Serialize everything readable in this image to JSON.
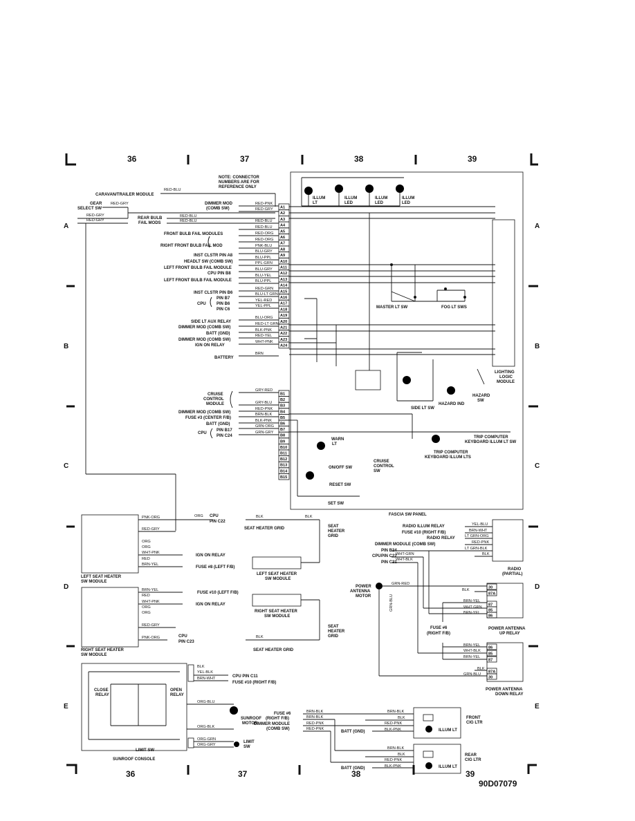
{
  "grid": {
    "top_columns": [
      "36",
      "37",
      "38",
      "39"
    ],
    "bottom_columns": [
      "36",
      "37",
      "38",
      "39"
    ],
    "rows_left": [
      "A",
      "B",
      "C",
      "D",
      "E"
    ],
    "rows_right": [
      "A",
      "B",
      "C",
      "D",
      "E"
    ]
  },
  "note": [
    "NOTE: CONNECTOR",
    "NUMBERS ARE FOR",
    "REFERENCE ONLY"
  ],
  "diagram_code": "90D07079",
  "fascia_panel_label": "FASCIA SW PANEL",
  "connector_a_pins": [
    "A1",
    "A2",
    "A3",
    "A4",
    "A5",
    "A6",
    "A7",
    "A8",
    "A9",
    "A10",
    "A11",
    "A12",
    "A13",
    "A14",
    "A15",
    "A16",
    "A17",
    "A18",
    "A19",
    "A20",
    "A21",
    "A22",
    "A23",
    "A24"
  ],
  "connector_a_wires": [
    "RED-PNK",
    "RED-GRY",
    "RED-BLU",
    "RED-BLU",
    "RED-ORG",
    "RED-ORG",
    "PNK-BLU",
    "BLU-GRY",
    "BLU-PPL",
    "PPL-GRN",
    "BLU-GRY",
    "BLU-YEL",
    "BLU-PPL",
    "RED-GRN",
    "BLU-LT GRN",
    "YEL-RED",
    "YEL-PPL",
    "BLU-ORG",
    "RED-LT GRN",
    "BLK-PNK",
    "RED-YEL",
    "WHT-PNK",
    "BRN"
  ],
  "connector_b_pins": [
    "B1",
    "B2",
    "B3",
    "B4",
    "B5",
    "B6",
    "B7",
    "B8",
    "B9",
    "B10",
    "B11",
    "B12",
    "B13",
    "B14",
    "B15"
  ],
  "connector_b_wires": [
    "GRY-RED",
    "GRY-BLU",
    "RED-PNK",
    "BRN-BLK",
    "BLK-PNK",
    "GRN-ORG",
    "GRN-GRY"
  ],
  "left_labels_a": [
    "CARAVAN/TRAILER MODULE",
    "GEAR",
    "SELECT SW",
    "DIMMER MOD",
    "(COMB SW)",
    "REAR BULB",
    "FAIL MODS",
    "FRONT BULB FAIL MODULES",
    "RIGHT FRONT BULB FAIL MOD",
    "INST CLSTR PIN A8",
    "HEADLT SW (COMB SW)",
    "LEFT FRONT BULB FAIL MODULE",
    "CPU PIN B8",
    "LEFT FRONT BULB FAIL MODULE",
    "INST CLSTR PIN B6",
    "PIN B7",
    "CPU",
    "PIN B6",
    "PIN C6",
    "SIDE LT AUX RELAY",
    "DIMMER MOD (COMB SW)",
    "BATT (GND)",
    "DIMMER MOD (COMB SW)",
    "IGN ON RELAY",
    "BATTERY"
  ],
  "left_wires_a": [
    "RED-BLU",
    "RED-GRY",
    "RED-GRY",
    "RED-GRY",
    "RED-BLU",
    "RED-BLU"
  ],
  "left_labels_b": [
    "CRUISE",
    "CONTROL",
    "MODULE",
    "DIMMER MOD (COMB SW)",
    "FUSE #3 (CENTER F/B)",
    "BATT (GND)",
    "PIN B17",
    "CPU",
    "PIN C24"
  ],
  "fascia_components": [
    "ILLUM",
    "LT",
    "ILLUM",
    "LED",
    "ILLUM",
    "LED",
    "ILLUM",
    "LED",
    "MASTER LT SW",
    "FOG LT SWS",
    "LIGHTING",
    "LOGIC",
    "MODULE",
    "SIDE LT SW",
    "HAZARD IND",
    "HAZARD",
    "SW",
    "WARN",
    "LT",
    "ON/OFF SW",
    "CRUISE",
    "CONTROL",
    "SW",
    "RESET SW",
    "SET SW"
  ],
  "trip_computer": [
    "TRIP COMPUTER",
    "KEYBOARD ILLUM LT SW",
    "TRIP COMPUTER",
    "KEYBOARD ILLUM LTS"
  ],
  "seat": {
    "cpu_pin_c22": [
      "CPU",
      "PIN C22"
    ],
    "cpu_pin_c23": [
      "CPU",
      "PIN C23"
    ],
    "wires_left": [
      "PNK-ORG",
      "RED-GRY",
      "ORG",
      "ORG",
      "WHT-PNK",
      "RED",
      "BRN-YEL",
      "BRN-YEL",
      "RED",
      "WHT-PNK",
      "ORG",
      "ORG",
      "RED-GRY",
      "PNK-ORG"
    ],
    "orgwire": "ORG",
    "left_module": [
      "LEFT SEAT HEATER",
      "SW MODULE"
    ],
    "right_module": [
      "RIGHT SEAT HEATER",
      "SW MODULE"
    ],
    "ign_on_relay": "IGN ON RELAY",
    "fuse8": "FUSE #8 (LEFT F/B)",
    "fuse10": "FUSE #10 (LEFT F/B)",
    "left_sw_module": [
      "LEFT SEAT HEATER",
      "SW MODULE"
    ],
    "right_sw_module": [
      "RIGHT SEAT HEATER",
      "SW MODULE"
    ],
    "grid_label": "SEAT HEATER GRID",
    "seat_heater_grid": [
      "SEAT",
      "HEATER",
      "GRID"
    ],
    "blk": "BLK"
  },
  "radio": {
    "labels": [
      "RADIO ILLUM RELAY",
      "FUSE #10 (RIGHT F/B)",
      "RADIO RELAY",
      "DIMMER MODULE (COMB SW)"
    ],
    "wires": [
      "YEL-BLU",
      "BRN-WHT",
      "LT GRN-ORG",
      "RED-PNK",
      "LT GRN-BLK",
      "BLK"
    ],
    "cpu_pins": [
      "CPU",
      "PIN B24",
      "PIN C22",
      "PIN C21"
    ],
    "cpu_wires": [
      "WHT-GRN",
      "WHT-BLK"
    ],
    "name": [
      "RADIO",
      "(PARTIAL)"
    ]
  },
  "antenna": {
    "motor": [
      "POWER",
      "ANTENNA",
      "MOTOR"
    ],
    "wires": [
      "GRN-RED",
      "BLK",
      "BRN-YEL",
      "WHT GRN",
      "BRN-YEL",
      "GRN-BLU",
      "BRN-YEL",
      "WHT-BLK",
      "BRN-YEL",
      "BLK",
      "GRN-BLU"
    ],
    "up_pins": [
      "30",
      "87A",
      "87",
      "85",
      "86"
    ],
    "down_pins": [
      "86",
      "85",
      "87",
      "87A",
      "30"
    ],
    "fuse": [
      "FUSE #6",
      "(RIGHT F/B)"
    ],
    "up_relay": [
      "POWER ANTENNA",
      "UP RELAY"
    ],
    "down_relay": [
      "POWER ANTENNA",
      "DOWN RELAY"
    ]
  },
  "sunroof": {
    "wires": [
      "BLK",
      "YEL-BLK",
      "BRN-WHT",
      "ORG-BLU",
      "ORG-BLK",
      "ORG-GRN",
      "ORG-GRY"
    ],
    "cpu": "CPU PIN C11",
    "fuse10": "FUSE #10 (RIGHT F/B)",
    "close_relay": [
      "CLOSE",
      "RELAY"
    ],
    "open_relay": [
      "OPEN",
      "RELAY"
    ],
    "motor": [
      "SUNROOF",
      "MOTOR"
    ],
    "limit": [
      "LIMIT",
      "SW"
    ],
    "limit_sw": "LIMIT SW",
    "console": "SUNROOF CONSOLE"
  },
  "cig": {
    "left_labels": [
      "FUSE #6",
      "(RIGHT F/B)",
      "DIMMER MODULE",
      "(COMB SW)",
      "BATT (GND)",
      "BATT (GND)"
    ],
    "wires_left": [
      "BRN-BLK",
      "BRN-BLK",
      "RED-PNK",
      "RED-PNK"
    ],
    "front_wires": [
      "BRN-BLK",
      "BLK",
      "RED-PNK",
      "BLK-PNK"
    ],
    "rear_wires": [
      "BRN-BLK",
      "BLK",
      "RED-PNK",
      "BLK-PNK"
    ],
    "front": [
      "FRONT",
      "CIG LTR"
    ],
    "rear": [
      "REAR",
      "CIG LTR"
    ],
    "illum": "ILLUM LT"
  }
}
